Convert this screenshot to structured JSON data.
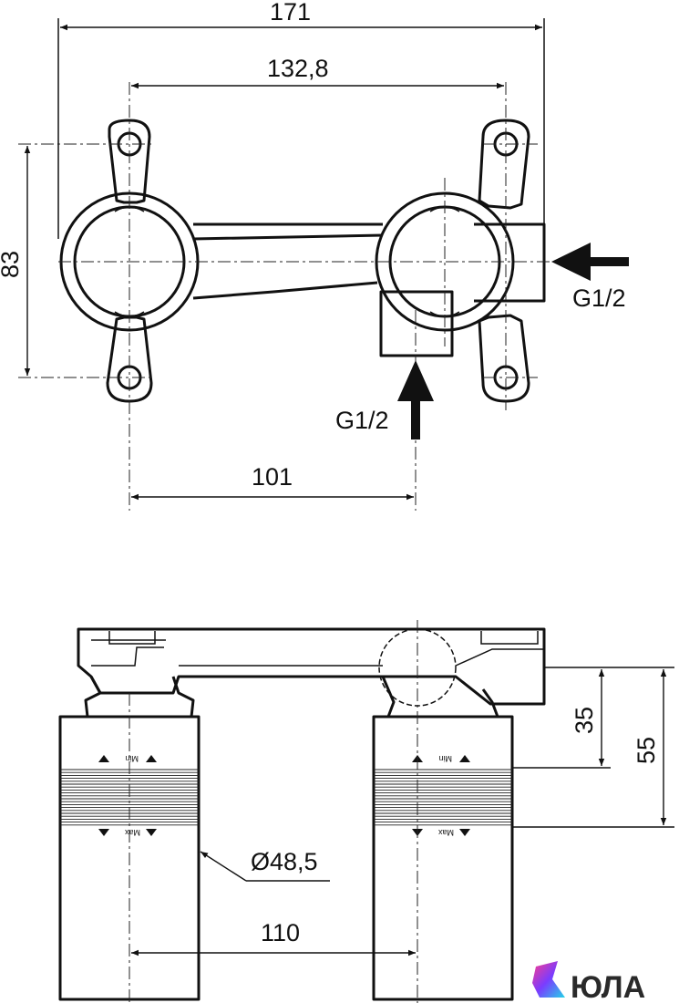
{
  "top_view": {
    "overall_width": "171",
    "hole_spacing": "132,8",
    "height": "83",
    "inlet_spacing": "101",
    "side_thread": "G1/2",
    "bottom_thread": "G1/2"
  },
  "side_view": {
    "depth_min": "35",
    "depth_max": "55",
    "diameter": "Ø48,5",
    "body_spacing": "110",
    "min_mark": "Min",
    "max_mark": "Max"
  },
  "logo": {
    "text": "ЮЛА",
    "colors": [
      "#ff3d8b",
      "#7a3cff",
      "#23d5e8"
    ]
  }
}
